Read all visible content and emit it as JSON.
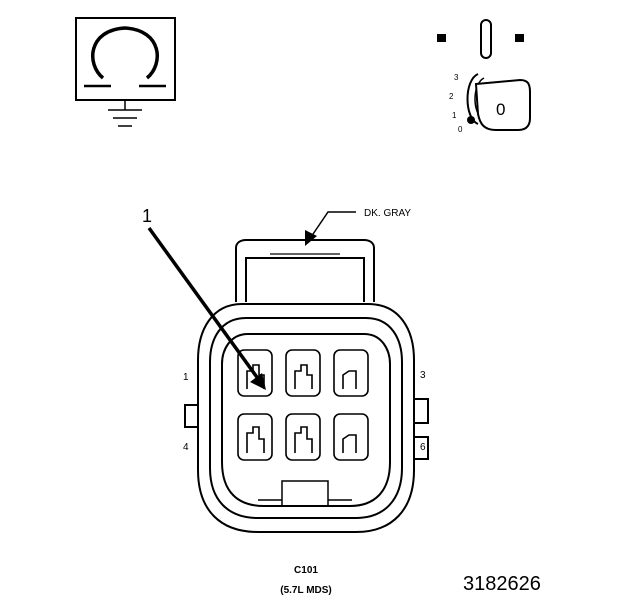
{
  "ohm_symbol": {
    "glyph": "Ω",
    "icon": "ohmmeter-ground-icon"
  },
  "ignition_switch": {
    "icon": "ignition-key-off-icon",
    "positions": [
      "3",
      "2",
      "1",
      "0"
    ],
    "key_label": "0"
  },
  "connector": {
    "color_label": "DK. GRAY",
    "callout": "1",
    "pin_labels": {
      "top_left": "1",
      "top_right": "3",
      "bottom_left": "4",
      "bottom_right": "6"
    },
    "id": "C101",
    "caption": "(5.7L MDS)"
  },
  "figure_number": "3182626",
  "colors": {
    "ink": "#000000",
    "background": "#ffffff"
  }
}
